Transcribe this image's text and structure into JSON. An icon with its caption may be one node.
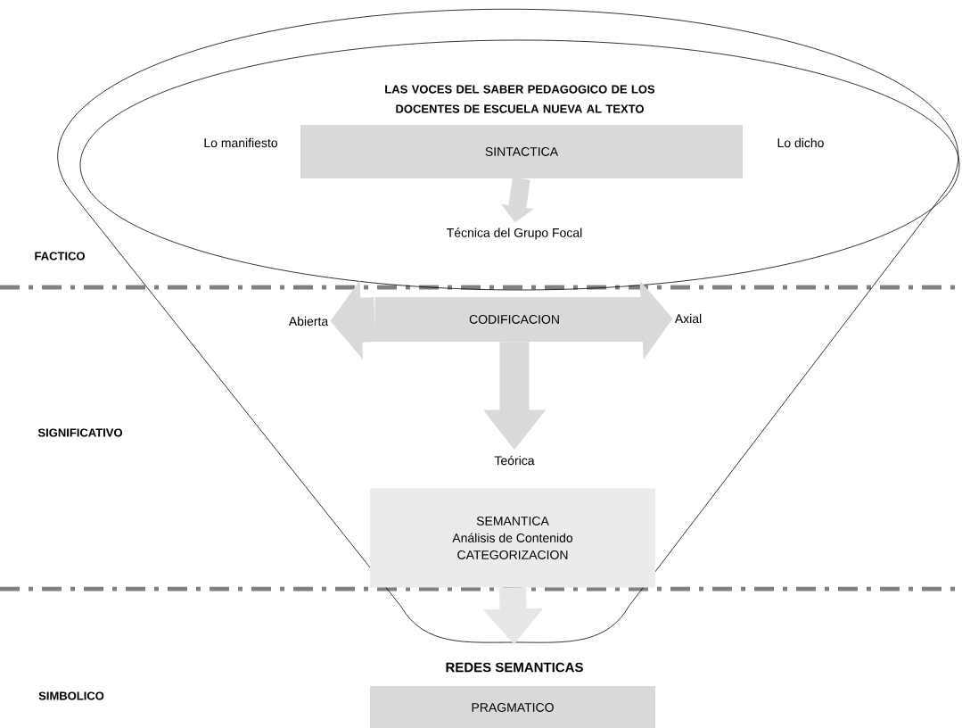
{
  "diagram": {
    "nodes": [
      {
        "text": [
          "LAS VOCES DEL SABER PEDAGOGICO DE LOS DOCENTES DE ESCUELA NUEVA AL TEXTO"
        ]
      },
      {
        "text": [
          "SINTACTICA"
        ],
        "in": 0
      },
      {
        "text": [
          "Técnica del Grupo Focal"
        ],
        "in": 0
      },
      {
        "text": [
          "Abierta"
        ]
      },
      {
        "text": [
          "CODIFICACION"
        ]
      },
      {
        "text": [
          "Axial"
        ]
      },
      {
        "text": [
          "Teórica"
        ]
      },
      {
        "text": [
          "SEMANTICA",
          "Análisis de Contenido",
          "CATEGORIZACION"
        ]
      },
      {
        "text": [
          "REDES SEMANTICAS"
        ]
      },
      {
        "text": [
          "PRAGMATICO"
        ]
      }
    ],
    "edges": [
      {
        "from": 1,
        "to": 2,
        "arrow": "to"
      },
      {
        "from": 4,
        "to": 3,
        "arrow": "to"
      },
      {
        "from": 4,
        "to": 5,
        "arrow": "to"
      },
      {
        "from": 4,
        "to": 6,
        "arrow": "to"
      },
      {
        "from": 7,
        "to": 8,
        "arrow": "to"
      }
    ],
    "labels": [
      "Lo manifiesto",
      "Lo dicho",
      "FACTICO",
      "SIGNIFICATIVO",
      "SIMBOLICO"
    ]
  }
}
